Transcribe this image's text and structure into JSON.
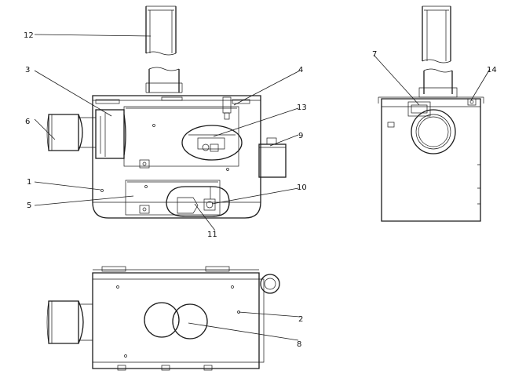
{
  "colors": {
    "line": "#1a1a1a",
    "background": "#ffffff"
  },
  "labels": {
    "l1": "1",
    "l2": "2",
    "l3": "3",
    "l4": "4",
    "l5": "5",
    "l6": "6",
    "l7": "7",
    "l8": "8",
    "l9": "9",
    "l10": "10",
    "l11": "11",
    "l12": "12",
    "l13": "13",
    "l14": "14"
  }
}
